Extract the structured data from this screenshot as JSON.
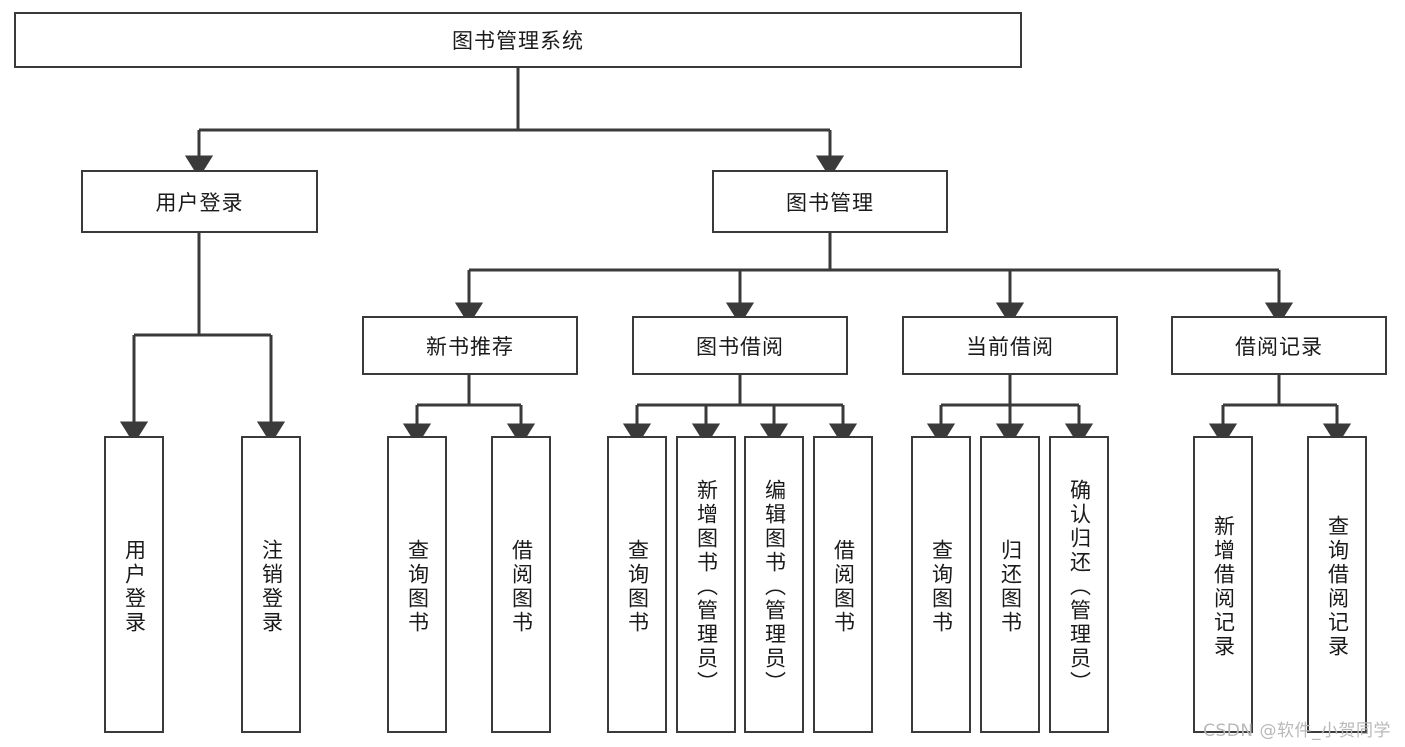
{
  "diagram": {
    "title": "图书管理系统",
    "root": {
      "label": "图书管理系统"
    },
    "level2": [
      {
        "label": "用户登录"
      },
      {
        "label": "图书管理"
      }
    ],
    "level3": [
      {
        "label": "新书推荐"
      },
      {
        "label": "图书借阅"
      },
      {
        "label": "当前借阅"
      },
      {
        "label": "借阅记录"
      }
    ],
    "leaves": {
      "user_login": [
        {
          "label": "用户登录"
        },
        {
          "label": "注销登录"
        }
      ],
      "new_book_recommend": [
        {
          "label": "查询图书"
        },
        {
          "label": "借阅图书"
        }
      ],
      "book_borrow": [
        {
          "label": "查询图书"
        },
        {
          "label": "新增图书（管理员）"
        },
        {
          "label": "编辑图书（管理员）"
        },
        {
          "label": "借阅图书"
        }
      ],
      "current_borrow": [
        {
          "label": "查询图书"
        },
        {
          "label": "归还图书"
        },
        {
          "label": "确认归还（管理员）"
        }
      ],
      "borrow_record": [
        {
          "label": "新增借阅记录"
        },
        {
          "label": "查询借阅记录"
        }
      ]
    }
  },
  "watermark": {
    "text": "CSDN @软件_小贺同学"
  },
  "colors": {
    "border": "#3a3a3a",
    "text": "#1a1a1a",
    "background": "#ffffff",
    "watermark": "#b9b9b9"
  }
}
